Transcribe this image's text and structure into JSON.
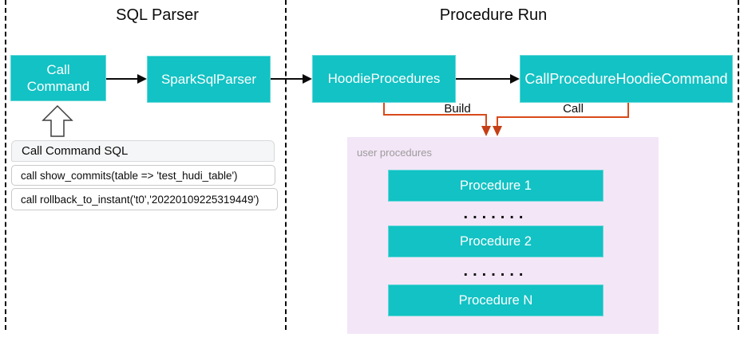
{
  "sections": {
    "sql_parser": {
      "title": "SQL Parser"
    },
    "procedure_run": {
      "title": "Procedure Run"
    }
  },
  "nodes": {
    "call_command": "Call Command",
    "spark_sql_parser": "SparkSqlParser",
    "hoodie_procedures": "HoodieProcedures",
    "call_procedure_hoodie_command": "CallProcedureHoodieCommand"
  },
  "edges": {
    "build_label": "Build",
    "call_label": "Call"
  },
  "sql_panel": {
    "header": "Call Command SQL",
    "rows": [
      "call show_commits(table => 'test_hudi_table')",
      "call rollback_to_instant('t0','20220109225319449')"
    ]
  },
  "user_procedures": {
    "label": "user procedures",
    "items": [
      "Procedure 1",
      "Procedure 2",
      "Procedure N"
    ],
    "dots": "......."
  },
  "colors": {
    "teal": "#12c2c4",
    "purple": "#f3e6f7",
    "connector_orange": "#d84a1b",
    "arrowhead_orange": "#c53f16",
    "arrow_black": "#0b0b0b",
    "gray_label": "#9b9b9b"
  }
}
